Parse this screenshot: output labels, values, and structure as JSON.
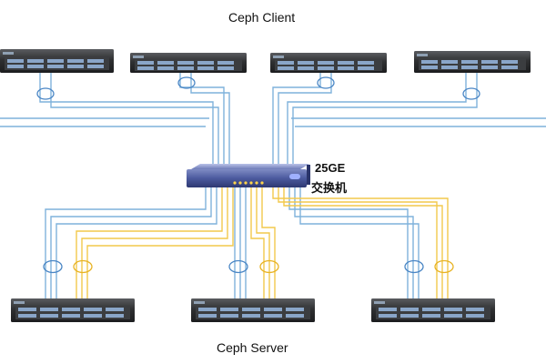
{
  "diagram": {
    "client_group_label": "Ceph Client",
    "server_group_label": "Ceph Server",
    "switch_speed_label": "25GE",
    "switch_name_label": "交换机",
    "colors": {
      "link_blue": "#7fb2dc",
      "link_yellow": "#f2c94c",
      "ring_blue": "#4a86c5",
      "ring_yellow": "#e8b324",
      "server_body": "#2f3032",
      "switch_body": "#4b5a9e"
    },
    "nodes": [
      {
        "id": "client-1",
        "role": "ceph-client"
      },
      {
        "id": "client-2",
        "role": "ceph-client"
      },
      {
        "id": "client-3",
        "role": "ceph-client"
      },
      {
        "id": "client-4",
        "role": "ceph-client"
      },
      {
        "id": "switch-25ge",
        "role": "switch"
      },
      {
        "id": "server-1",
        "role": "ceph-server"
      },
      {
        "id": "server-2",
        "role": "ceph-server"
      },
      {
        "id": "server-3",
        "role": "ceph-server"
      }
    ],
    "links": [
      {
        "from": "client-1",
        "to": "switch-25ge",
        "network": "blue"
      },
      {
        "from": "client-2",
        "to": "switch-25ge",
        "network": "blue"
      },
      {
        "from": "client-3",
        "to": "switch-25ge",
        "network": "blue"
      },
      {
        "from": "client-4",
        "to": "switch-25ge",
        "network": "blue"
      },
      {
        "from": "server-1",
        "to": "switch-25ge",
        "network": "blue"
      },
      {
        "from": "server-1",
        "to": "switch-25ge",
        "network": "yellow"
      },
      {
        "from": "server-2",
        "to": "switch-25ge",
        "network": "blue"
      },
      {
        "from": "server-2",
        "to": "switch-25ge",
        "network": "yellow"
      },
      {
        "from": "server-3",
        "to": "switch-25ge",
        "network": "blue"
      },
      {
        "from": "server-3",
        "to": "switch-25ge",
        "network": "yellow"
      }
    ]
  }
}
